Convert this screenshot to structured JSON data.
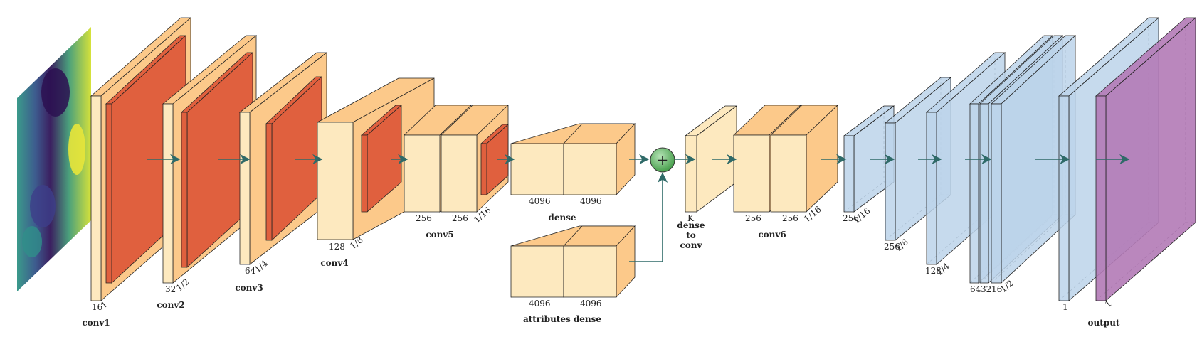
{
  "blocks": {
    "conv1": {
      "title": "conv1",
      "dim": "16",
      "scale": "1"
    },
    "conv2": {
      "title": "conv2",
      "dim": "32",
      "scale": "1/2"
    },
    "conv3": {
      "title": "conv3",
      "dim": "64",
      "scale": "1/4"
    },
    "conv4": {
      "title": "conv4",
      "dim": "128",
      "scale": "1/8"
    },
    "conv5": {
      "title": "conv5",
      "dim_a": "256",
      "dim_b": "256",
      "scale": "1/16"
    },
    "dense": {
      "title": "dense",
      "dim_a": "4096",
      "dim_b": "4096"
    },
    "attributes_dense": {
      "title": "attributes dense",
      "dim_a": "4096",
      "dim_b": "4096"
    },
    "dense_to_conv": {
      "title_lines": [
        "dense",
        "to",
        "conv"
      ],
      "dim": "K"
    },
    "conv6": {
      "title": "conv6",
      "dim_a": "256",
      "dim_b": "256",
      "scale": "1/16"
    },
    "up1": {
      "dim": "256",
      "scale": "1/16"
    },
    "up2": {
      "dim": "256",
      "scale": "1/8"
    },
    "up3": {
      "dim": "128",
      "scale": "1/4"
    },
    "up4": {
      "dims": [
        "64",
        "32",
        "16"
      ],
      "scale": "1/2"
    },
    "up5": {
      "dim": "1"
    },
    "output": {
      "title": "output",
      "scale": "1"
    }
  },
  "merge_symbol": "+",
  "colors": {
    "conv_light": "#fde9bf",
    "conv_mid": "#fcc98a",
    "relu": "#e0603e",
    "deconv": "#bcd3ea",
    "deconv_dark": "#9ec0e0",
    "output": "#b27ab6",
    "arrow": "#2f6a68",
    "merge": "#4da34f"
  }
}
